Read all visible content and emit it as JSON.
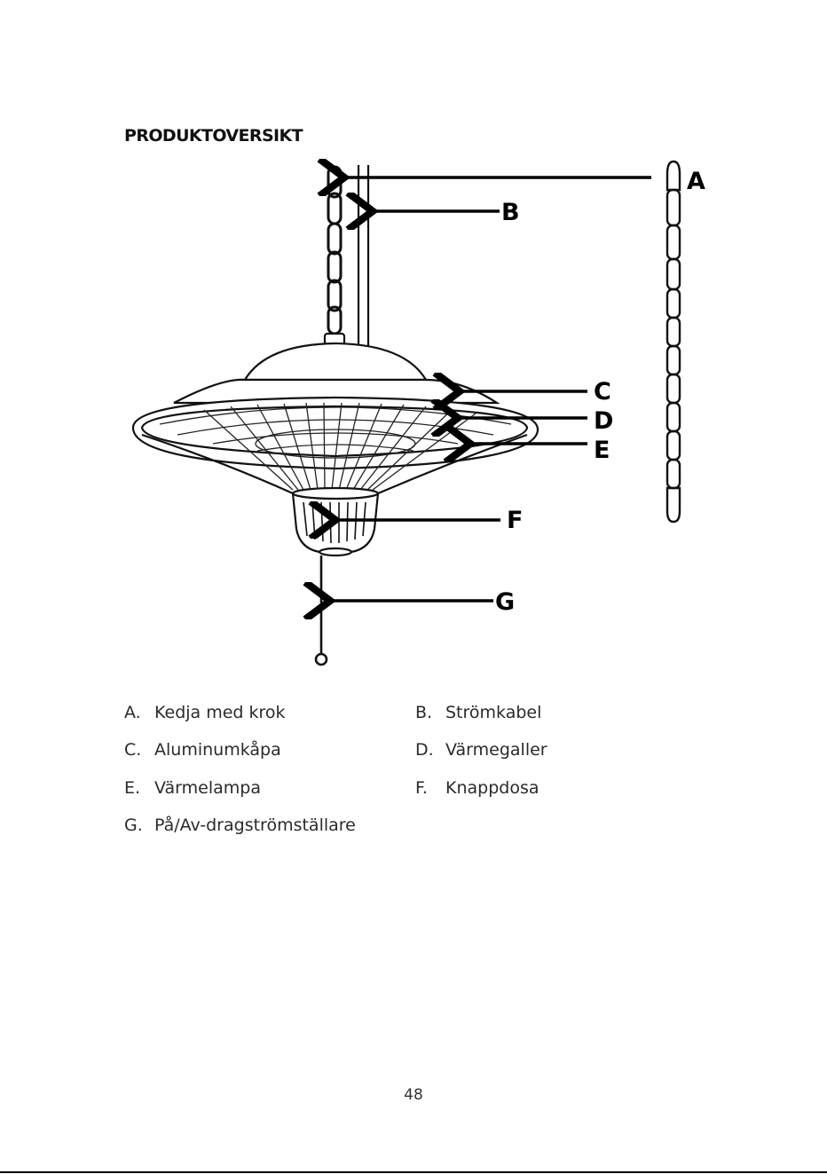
{
  "title": "PRODUKTOVERSIKT",
  "callouts": {
    "a": "A",
    "b": "B",
    "c": "C",
    "d": "D",
    "e": "E",
    "f": "F",
    "g": "G"
  },
  "legend": [
    {
      "letter": "A.",
      "text": "Kedja med krok"
    },
    {
      "letter": "B.",
      "text": "Strömkabel"
    },
    {
      "letter": "C.",
      "text": "Aluminumkåpa"
    },
    {
      "letter": "D.",
      "text": "Värmegaller"
    },
    {
      "letter": "E.",
      "text": "Värmelampa"
    },
    {
      "letter": "F.",
      "text": "Knappdosa"
    },
    {
      "letter": "G.",
      "text": "På/Av-dragströmställare"
    }
  ],
  "page_number": "48"
}
